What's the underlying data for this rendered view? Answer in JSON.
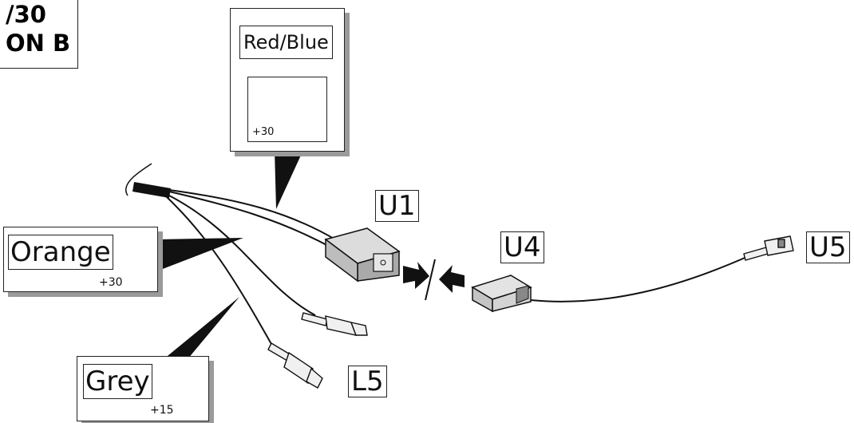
{
  "header": {
    "line1": "/30",
    "line2": "ON B"
  },
  "callouts": {
    "red_blue": {
      "color_label": "Red/Blue",
      "voltage": "+30"
    },
    "orange": {
      "color_label": "Orange",
      "voltage": "+30"
    },
    "grey": {
      "color_label": "Grey",
      "voltage": "+15"
    }
  },
  "connectors": {
    "u1": "U1",
    "u4": "U4",
    "u5": "U5",
    "l5": "L5"
  }
}
